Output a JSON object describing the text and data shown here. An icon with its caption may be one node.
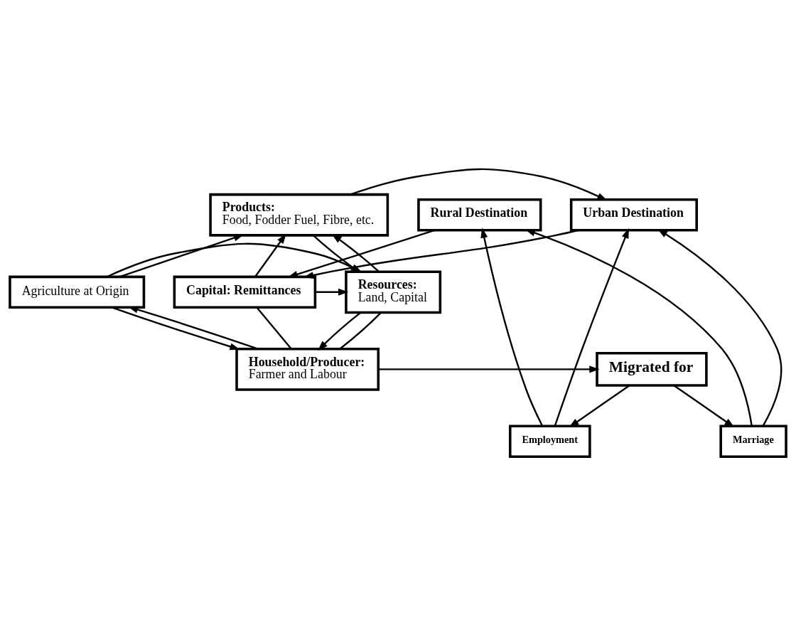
{
  "diagram": {
    "nodes": [
      {
        "text": [
          "Products:",
          "Food, Fodder Fuel, Fibre, etc."
        ]
      },
      {
        "text": [
          "Urban Destination"
        ]
      },
      {
        "text": [
          "Rural Destination"
        ]
      },
      {
        "text": [
          "Agriculture at Origin"
        ]
      },
      {
        "text": [
          "Resources:",
          "Land, Capital"
        ]
      },
      {
        "text": [
          "Capital: Remittances"
        ]
      },
      {
        "text": [
          "Employment"
        ]
      },
      {
        "text": [
          "Marriage"
        ]
      },
      {
        "text": [
          "Household/Producer:",
          "Farmer and Labour"
        ]
      },
      {
        "text": [
          "Migrated for"
        ]
      }
    ],
    "edges": [
      {
        "from": 3,
        "to": 0,
        "arrow": "to"
      },
      {
        "from": 0,
        "to": 1,
        "arrow": "to"
      },
      {
        "from": 0,
        "to": 4,
        "arrow": "to"
      },
      {
        "from": 4,
        "to": 0,
        "arrow": "to"
      },
      {
        "from": 3,
        "to": 4,
        "arrow": "to"
      },
      {
        "from": 5,
        "to": 4,
        "arrow": "to"
      },
      {
        "from": 5,
        "to": 0,
        "arrow": "to"
      },
      {
        "from": 1,
        "to": 5,
        "arrow": "to"
      },
      {
        "from": 2,
        "to": 5,
        "arrow": "to"
      },
      {
        "from": 6,
        "to": 1,
        "arrow": "to"
      },
      {
        "from": 6,
        "to": 2,
        "arrow": "to"
      },
      {
        "from": 7,
        "to": 1,
        "arrow": "to"
      },
      {
        "from": 7,
        "to": 2,
        "arrow": "to"
      },
      {
        "from": 3,
        "to": 8,
        "arrow": "to"
      },
      {
        "from": 8,
        "to": 3,
        "arrow": "to"
      },
      {
        "from": 4,
        "to": 8,
        "arrow": "to"
      },
      {
        "from": 8,
        "to": 4,
        "arrow": "none"
      },
      {
        "from": 8,
        "to": 5,
        "arrow": "none"
      },
      {
        "from": 8,
        "to": 9,
        "arrow": "to"
      },
      {
        "from": 9,
        "to": 6,
        "arrow": "to"
      },
      {
        "from": 9,
        "to": 7,
        "arrow": "to"
      }
    ]
  }
}
